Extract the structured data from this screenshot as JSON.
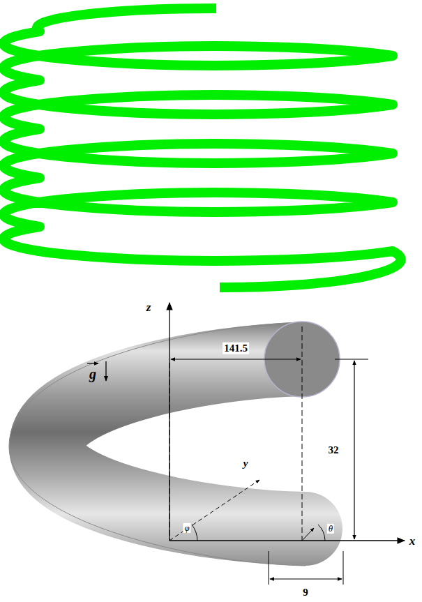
{
  "diagram": {
    "labels": [
      "z",
      "g",
      "141.5",
      "32",
      "y",
      "φ",
      "θ",
      "x",
      "9"
    ]
  }
}
